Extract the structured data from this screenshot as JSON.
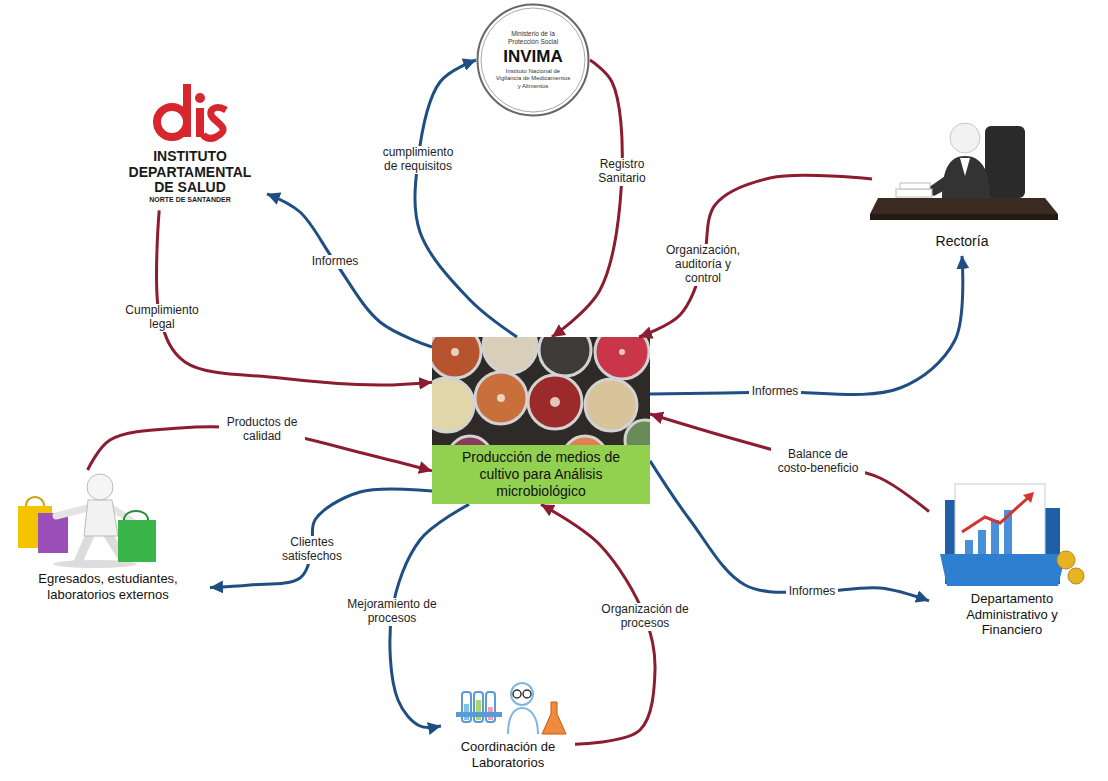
{
  "diagram": {
    "nodes": [
      {
        "text": [
          "Ministerio de la Protección Social",
          "INVIMA",
          "Instituto Nacional de Vigilancia de Medicamentos y Alimentos"
        ]
      },
      {
        "text": [
          "INSTITUTO DEPARTAMENTAL DE SALUD",
          "NORTE DE SANTANDER"
        ]
      },
      {
        "text": [
          "Rectoría"
        ]
      },
      {
        "text": [
          "Producción de medios de cultivo para Análisis microbiológico"
        ]
      },
      {
        "text": [
          "Egresados, estudiantes, laboratorios externos"
        ]
      },
      {
        "text": [
          "Departamento Administrativo y Financiero"
        ]
      },
      {
        "text": [
          "Coordinación de Laboratorios"
        ]
      }
    ],
    "edges": [
      {
        "from": 3,
        "to": 0,
        "arrow": "to",
        "label": "cumplimiento de requisitos"
      },
      {
        "from": 0,
        "to": 3,
        "arrow": "to",
        "label": "Registro Sanitario"
      },
      {
        "from": 3,
        "to": 1,
        "arrow": "to",
        "label": "Informes"
      },
      {
        "from": 1,
        "to": 3,
        "arrow": "to",
        "label": "Cumplimiento legal"
      },
      {
        "from": 2,
        "to": 3,
        "arrow": "to",
        "label": "Organización, auditoría y control"
      },
      {
        "from": 3,
        "to": 2,
        "arrow": "to",
        "label": "Informes"
      },
      {
        "from": 5,
        "to": 3,
        "arrow": "to",
        "label": "Balance de costo-beneficio"
      },
      {
        "from": 3,
        "to": 5,
        "arrow": "to",
        "label": "Informes"
      },
      {
        "from": 6,
        "to": 3,
        "arrow": "to",
        "label": "Organización de procesos"
      },
      {
        "from": 3,
        "to": 6,
        "arrow": "to",
        "label": "Mejoramiento de procesos"
      },
      {
        "from": 4,
        "to": 3,
        "arrow": "to",
        "label": "Productos de calidad"
      },
      {
        "from": 3,
        "to": 4,
        "arrow": "to",
        "label": "Clientes satisfechos"
      }
    ]
  }
}
